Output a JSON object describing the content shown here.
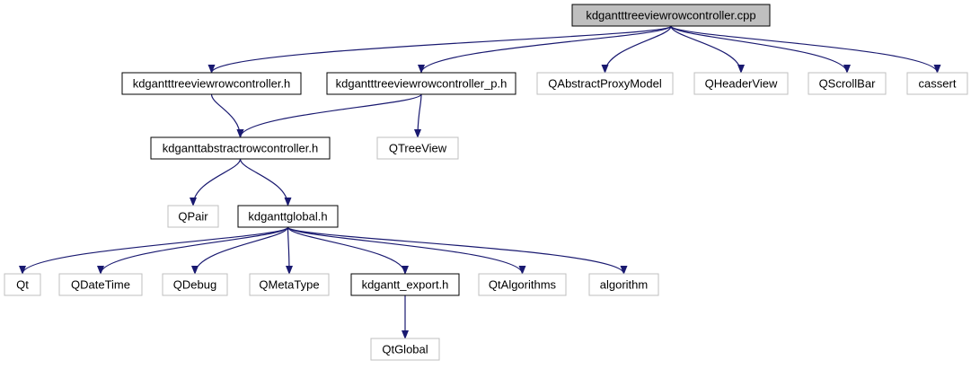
{
  "colors": {
    "background": "#ffffff",
    "edge": "#191970",
    "root_fill": "#bfbfbf",
    "node_fill": "#ffffff",
    "documented_border": "#000000",
    "external_border": "#bfbfbf"
  },
  "nodes": {
    "root": {
      "label": "kdgantttreeviewrowcontroller.cpp",
      "kind": "root"
    },
    "rowcontroller_h": {
      "label": "kdgantttreeviewrowcontroller.h",
      "kind": "documented"
    },
    "rowcontroller_p_h": {
      "label": "kdgantttreeviewrowcontroller_p.h",
      "kind": "documented"
    },
    "qabstractproxymodel": {
      "label": "QAbstractProxyModel",
      "kind": "external"
    },
    "qheaderview": {
      "label": "QHeaderView",
      "kind": "external"
    },
    "qscrollbar": {
      "label": "QScrollBar",
      "kind": "external"
    },
    "cassert": {
      "label": "cassert",
      "kind": "external"
    },
    "abstractrowcontroller_h": {
      "label": "kdganttabstractrowcontroller.h",
      "kind": "documented"
    },
    "qtreeview": {
      "label": "QTreeView",
      "kind": "external"
    },
    "qpair": {
      "label": "QPair",
      "kind": "external"
    },
    "global_h": {
      "label": "kdganttglobal.h",
      "kind": "documented"
    },
    "qt": {
      "label": "Qt",
      "kind": "external"
    },
    "qdatetime": {
      "label": "QDateTime",
      "kind": "external"
    },
    "qdebug": {
      "label": "QDebug",
      "kind": "external"
    },
    "qmetatype": {
      "label": "QMetaType",
      "kind": "external"
    },
    "export_h": {
      "label": "kdgantt_export.h",
      "kind": "documented"
    },
    "qtalgorithms": {
      "label": "QtAlgorithms",
      "kind": "external"
    },
    "algorithm": {
      "label": "algorithm",
      "kind": "external"
    },
    "qtglobal": {
      "label": "QtGlobal",
      "kind": "external"
    }
  },
  "edges": [
    {
      "from": "root",
      "to": "rowcontroller_h"
    },
    {
      "from": "root",
      "to": "rowcontroller_p_h"
    },
    {
      "from": "root",
      "to": "qabstractproxymodel"
    },
    {
      "from": "root",
      "to": "qheaderview"
    },
    {
      "from": "root",
      "to": "qscrollbar"
    },
    {
      "from": "root",
      "to": "cassert"
    },
    {
      "from": "rowcontroller_h",
      "to": "abstractrowcontroller_h"
    },
    {
      "from": "rowcontroller_p_h",
      "to": "abstractrowcontroller_h"
    },
    {
      "from": "rowcontroller_p_h",
      "to": "qtreeview"
    },
    {
      "from": "abstractrowcontroller_h",
      "to": "qpair"
    },
    {
      "from": "abstractrowcontroller_h",
      "to": "global_h"
    },
    {
      "from": "global_h",
      "to": "qt"
    },
    {
      "from": "global_h",
      "to": "qdatetime"
    },
    {
      "from": "global_h",
      "to": "qdebug"
    },
    {
      "from": "global_h",
      "to": "qmetatype"
    },
    {
      "from": "global_h",
      "to": "export_h"
    },
    {
      "from": "global_h",
      "to": "qtalgorithms"
    },
    {
      "from": "global_h",
      "to": "algorithm"
    },
    {
      "from": "export_h",
      "to": "qtglobal"
    }
  ]
}
